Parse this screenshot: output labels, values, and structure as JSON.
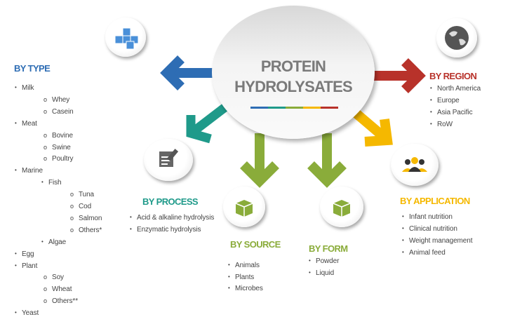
{
  "title": {
    "line1": "PROTEIN",
    "line2": "HYDROLYSATES"
  },
  "colors": {
    "type": "#2e6db4",
    "process": "#1f9a8a",
    "source": "#8aac3a",
    "form": "#8aac3a",
    "application": "#f5b800",
    "region": "#b8322a"
  },
  "by_type": {
    "heading": "BY TYPE",
    "items": [
      {
        "t": "Milk",
        "lvl": 0
      },
      {
        "t": "Whey",
        "lvl": 1
      },
      {
        "t": "Casein",
        "lvl": 1
      },
      {
        "t": "Meat",
        "lvl": 0
      },
      {
        "t": "Bovine",
        "lvl": 1
      },
      {
        "t": "Swine",
        "lvl": 1
      },
      {
        "t": "Poultry",
        "lvl": 1
      },
      {
        "t": "Marine",
        "lvl": 0
      },
      {
        "t": "Fish",
        "lvl": 2
      },
      {
        "t": "Tuna",
        "lvl": 3
      },
      {
        "t": "Cod",
        "lvl": 3
      },
      {
        "t": "Salmon",
        "lvl": 3
      },
      {
        "t": "Others*",
        "lvl": 3
      },
      {
        "t": "Algae",
        "lvl": 2
      },
      {
        "t": "Egg",
        "lvl": 0
      },
      {
        "t": "Plant",
        "lvl": 0
      },
      {
        "t": "Soy",
        "lvl": 1
      },
      {
        "t": "Wheat",
        "lvl": 1
      },
      {
        "t": "Others**",
        "lvl": 1
      },
      {
        "t": "Yeast",
        "lvl": 0
      }
    ]
  },
  "by_process": {
    "heading": "BY PROCESS",
    "items": [
      "Acid & alkaline hydrolysis",
      "Enzymatic hydrolysis"
    ]
  },
  "by_source": {
    "heading": "BY SOURCE",
    "items": [
      "Animals",
      "Plants",
      "Microbes"
    ]
  },
  "by_form": {
    "heading": "BY FORM",
    "items": [
      "Powder",
      "Liquid"
    ]
  },
  "by_application": {
    "heading": "BY APPLICATION",
    "items": [
      "Infant nutrition",
      "Clinical nutrition",
      "Weight management",
      "Animal feed"
    ]
  },
  "by_region": {
    "heading": "BY REGION",
    "items": [
      "North America",
      "Europe",
      "Asia Pacific",
      "RoW"
    ]
  }
}
